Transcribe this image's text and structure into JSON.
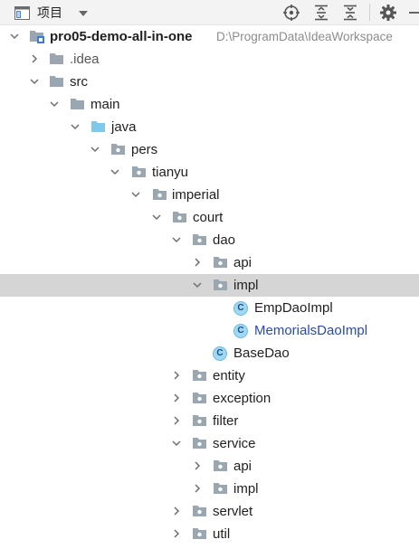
{
  "header": {
    "title": "项目"
  },
  "tree": [
    {
      "label": "pro05-demo-all-in-one",
      "path": "D:\\ProgramData\\IdeaWorkspace",
      "icon": "module-folder-icon",
      "expanded": true,
      "bold": true
    },
    {
      "label": ".idea",
      "icon": "folder-icon",
      "expanded": false
    },
    {
      "label": "src",
      "icon": "folder-icon",
      "expanded": true
    },
    {
      "label": "main",
      "icon": "folder-icon",
      "expanded": true
    },
    {
      "label": "java",
      "icon": "source-folder-icon",
      "expanded": true
    },
    {
      "label": "pers",
      "icon": "package-icon",
      "expanded": true
    },
    {
      "label": "tianyu",
      "icon": "package-icon",
      "expanded": true
    },
    {
      "label": "imperial",
      "icon": "package-icon",
      "expanded": true
    },
    {
      "label": "court",
      "icon": "package-icon",
      "expanded": true
    },
    {
      "label": "dao",
      "icon": "package-icon",
      "expanded": true
    },
    {
      "label": "api",
      "icon": "package-icon",
      "expanded": false
    },
    {
      "label": "impl",
      "icon": "package-icon",
      "expanded": true,
      "selected": true
    },
    {
      "label": "EmpDaoImpl",
      "icon": "class-icon"
    },
    {
      "label": "MemorialsDaoImpl",
      "icon": "class-icon"
    },
    {
      "label": "BaseDao",
      "icon": "class-icon"
    },
    {
      "label": "entity",
      "icon": "package-icon",
      "expanded": false
    },
    {
      "label": "exception",
      "icon": "package-icon",
      "expanded": false
    },
    {
      "label": "filter",
      "icon": "package-icon",
      "expanded": false
    },
    {
      "label": "service",
      "icon": "package-icon",
      "expanded": true
    },
    {
      "label": "api",
      "icon": "package-icon",
      "expanded": false
    },
    {
      "label": "impl",
      "icon": "package-icon",
      "expanded": false
    },
    {
      "label": "servlet",
      "icon": "package-icon",
      "expanded": false
    },
    {
      "label": "util",
      "icon": "package-icon",
      "expanded": false
    }
  ],
  "class_icon_letter": "C",
  "colors": {
    "selected_row": "#d5d5d5",
    "modified_file": "#2a4aa5",
    "excluded_folder": "#555555",
    "source_folder": "#7ec8ea"
  }
}
